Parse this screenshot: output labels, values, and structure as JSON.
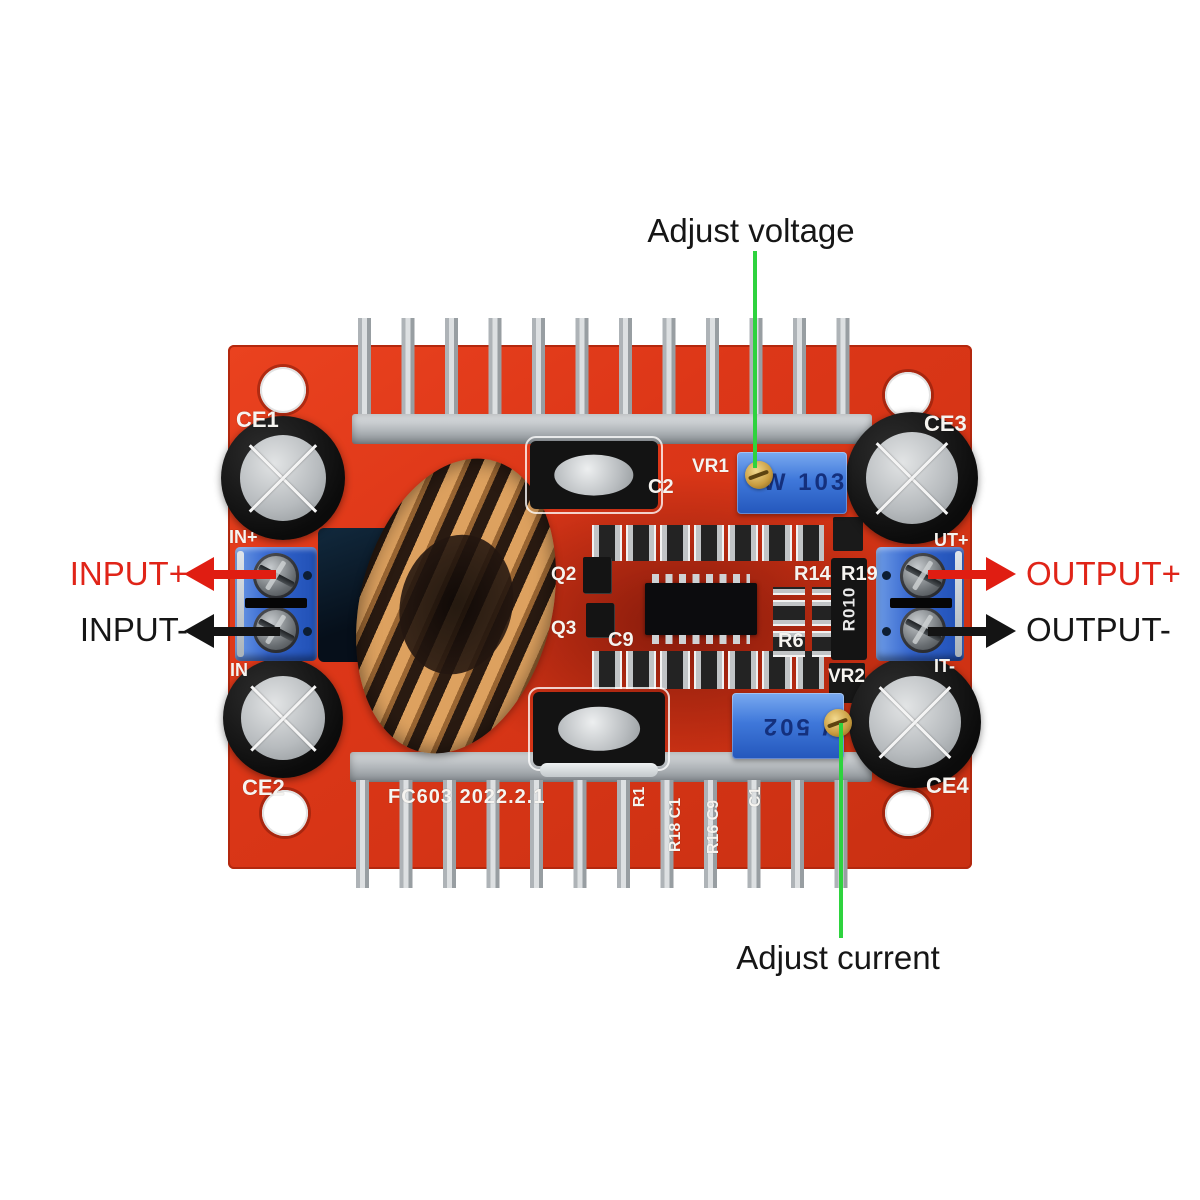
{
  "annotations": {
    "adjust_voltage": "Adjust voltage",
    "adjust_current": "Adjust current",
    "input_plus": "INPUT+",
    "input_minus": "INPUT-",
    "output_plus": "OUTPUT+",
    "output_minus": "OUTPUT-"
  },
  "silkscreen": {
    "ce1": "CE1",
    "ce2": "CE2",
    "ce3": "CE3",
    "ce4": "CE4",
    "in_plus": "IN+",
    "in_minus": "IN",
    "out_plus": "UT+",
    "out_minus": "IT-",
    "c2": "C2",
    "vr1": "VR1",
    "vr2": "VR2",
    "q2": "Q2",
    "q3": "Q3",
    "c9": "C9",
    "r14": "R14",
    "r19": "R19",
    "r6": "R6",
    "shunt": "R010",
    "date_code": "FC603 2022.2.1",
    "r1": "R1",
    "r18c1": "R18 C1",
    "r16c9": "R16 C9",
    "c1": "C1"
  },
  "trimmers": {
    "vr1_marking": "W 103",
    "vr2_marking": "W 502"
  },
  "colors": {
    "pcb_red": "#dd3718",
    "annotation_red": "#e02418",
    "annotation_green": "#2ed33e",
    "terminal_blue": "#3566cf",
    "trimmer_blue": "#3f78da",
    "heatsink_silver": "#c3c7ca"
  }
}
